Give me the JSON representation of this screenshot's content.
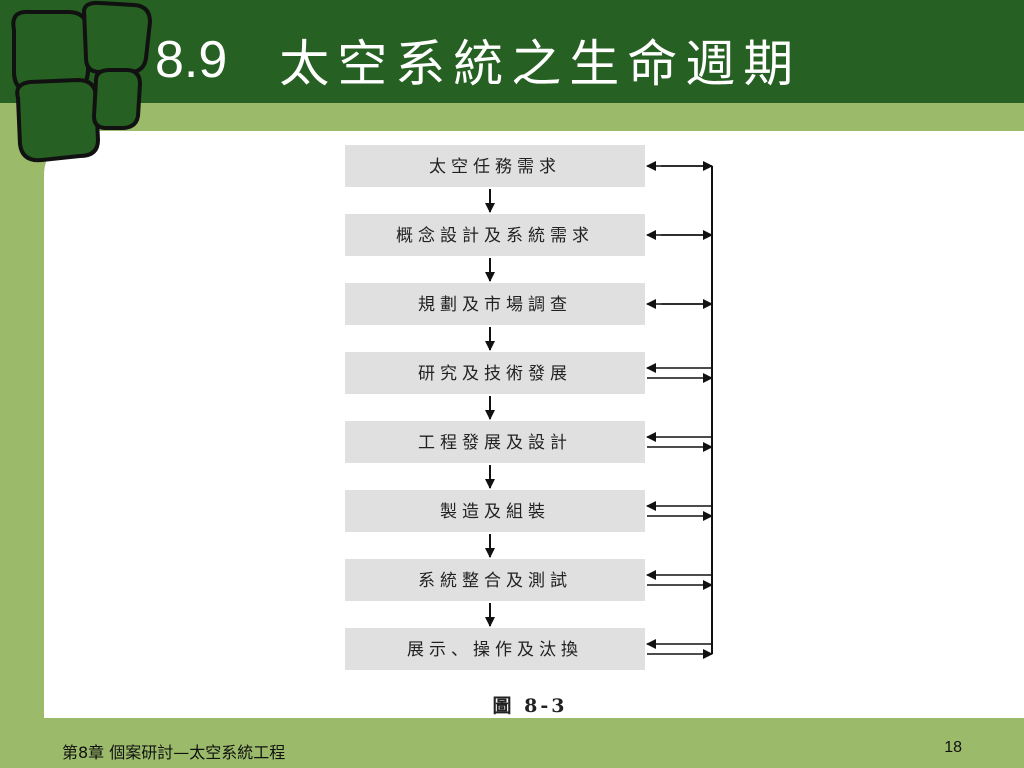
{
  "slide": {
    "number_label": "8.9",
    "title": "太空系統之生命週期"
  },
  "diagram": {
    "steps": [
      "太空任務需求",
      "概念設計及系統需求",
      "規劃及市場調查",
      "研究及技術發展",
      "工程發展及設計",
      "製造及組裝",
      "系統整合及測試",
      "展示、操作及汰換"
    ],
    "figure_label": "圖 8-3"
  },
  "footer": {
    "chapter": "第8章 個案研討—太空系統工程",
    "page": "18"
  },
  "colors": {
    "header": "#266022",
    "background": "#9bbb6b",
    "box": "#e0e0e0"
  }
}
